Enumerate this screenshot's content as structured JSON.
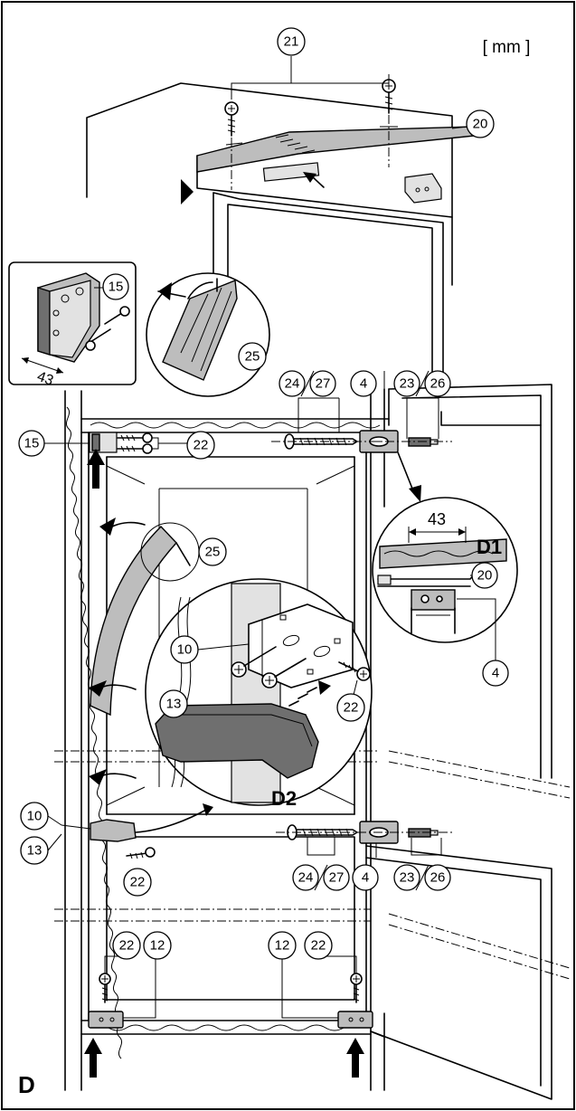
{
  "units_label": "[ mm ]",
  "panel_label": "D",
  "detail_1_label": "D1",
  "detail_2_label": "D2",
  "dimension_43_top": "43",
  "dimension_43_left": "43",
  "callouts": {
    "c4": "4",
    "c10": "10",
    "c12": "12",
    "c13": "13",
    "c15": "15",
    "c20": "20",
    "c21": "21",
    "c22": "22",
    "c23": "23",
    "c24": "24",
    "c25": "25",
    "c26": "26",
    "c27": "27"
  },
  "combo_labels": {
    "c24_27": [
      "24",
      "27"
    ],
    "c23_26": [
      "23",
      "26"
    ]
  },
  "colors": {
    "line": "#000000",
    "gasket_gray": "#bdbdbd",
    "dark_part": "#6f6f6f",
    "background": "#ffffff"
  }
}
